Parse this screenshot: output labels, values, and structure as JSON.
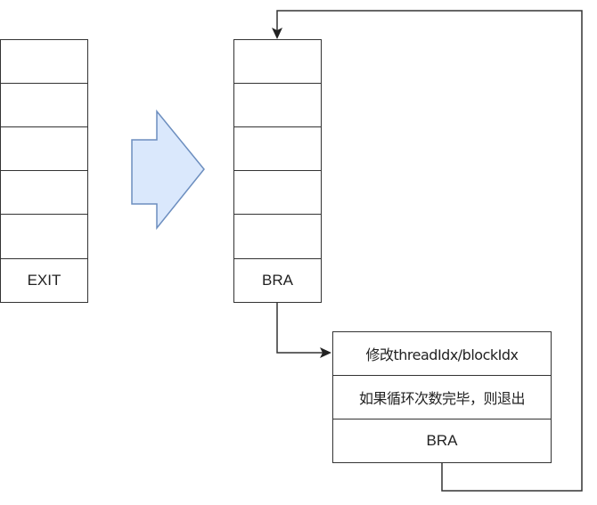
{
  "diagram": {
    "left_stack": {
      "cells": [
        "",
        "",
        "",
        "",
        "",
        "EXIT"
      ]
    },
    "transform_arrow": {
      "fill": "#dae8fc",
      "stroke": "#6c8ebf"
    },
    "middle_stack": {
      "cells": [
        "",
        "",
        "",
        "",
        "",
        "BRA"
      ]
    },
    "loop_block": {
      "cells": [
        "修改threadIdx/blockIdx",
        "如果循环次数完毕，则退出",
        "BRA"
      ]
    },
    "edges": [
      {
        "from": "middle_stack.BRA",
        "to": "loop_block"
      },
      {
        "from": "loop_block.BRA",
        "to": "middle_stack.top"
      }
    ],
    "line_color": "#333333"
  }
}
